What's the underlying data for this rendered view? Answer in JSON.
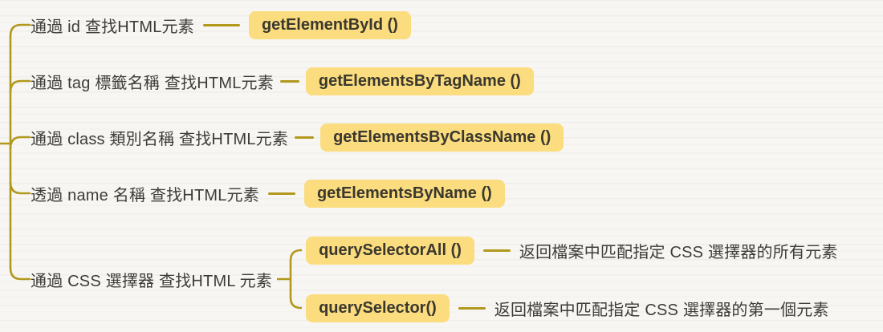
{
  "diagram": {
    "type": "mindmap",
    "topic": "finding HTML elements (DOM query methods)"
  },
  "colors": {
    "background": "#f7f6f3",
    "connector_line": "#b2981c",
    "node_background": "#fbdc7e",
    "node_text": "#3a382f",
    "label_text": "#3e3c38"
  },
  "branches": [
    {
      "label": "通過 id 查找HTML元素",
      "method": "getElementById ()"
    },
    {
      "label": "通過 tag 標籤名稱 查找HTML元素",
      "method": "getElementsByTagName ()"
    },
    {
      "label": "通過 class 類別名稱 查找HTML元素",
      "method": "getElementsByClassName ()"
    },
    {
      "label": "透過 name 名稱 查找HTML元素",
      "method": "getElementsByName ()"
    },
    {
      "label": "通過 CSS 選擇器 查找HTML 元素",
      "children": [
        {
          "method": "querySelectorAll ()",
          "description": "返回檔案中匹配指定 CSS 選擇器的所有元素"
        },
        {
          "method": "querySelector()",
          "description": "返回檔案中匹配指定 CSS 選擇器的第一個元素"
        }
      ]
    }
  ]
}
